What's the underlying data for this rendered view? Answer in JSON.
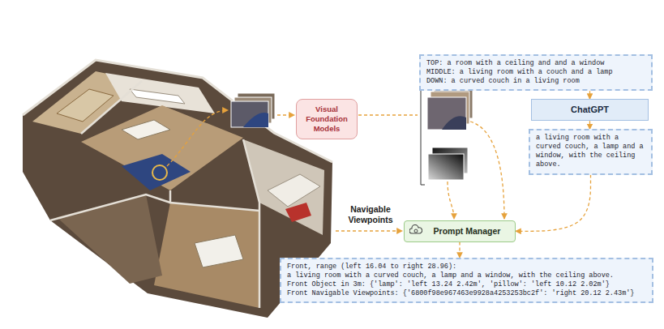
{
  "diagram": {
    "nodes": [
      {
        "text": [
          "Visual Foundation Models"
        ]
      },
      {
        "text": [
          "TOP: a room with a ceiling and and a window",
          "MIDDLE: a living room with a couch and a lamp",
          "DOWN: a curved couch in a living room"
        ]
      },
      {
        "text": [
          "ChatGPT"
        ]
      },
      {
        "text": [
          "a living room with a curved couch, a lamp and a window, with the ceiling above."
        ]
      },
      {
        "text": [
          "Prompt Manager"
        ]
      },
      {
        "text": [
          "Front, range (left 16.04 to right 28.96):",
          "a living room with a curved couch, a lamp and a window, with the ceiling above.",
          "Front Object in 3m: {'lamp': 'left 13.24 2.42m', 'pillow': 'left 10.12 2.02m'}",
          "Front Navigable Viewpoints: {'6800f98e967463e9928a4253253bc2f': 'right 20.12 2.43m'}"
        ]
      }
    ],
    "edges": [
      {
        "from": 1,
        "to": 2,
        "arrow": "to"
      },
      {
        "from": 2,
        "to": 3,
        "arrow": "to"
      },
      {
        "from": 3,
        "to": 4,
        "arrow": "to"
      },
      {
        "from": 4,
        "to": 5,
        "arrow": "to"
      }
    ],
    "labels": [
      "Navigable Viewpoints"
    ]
  }
}
